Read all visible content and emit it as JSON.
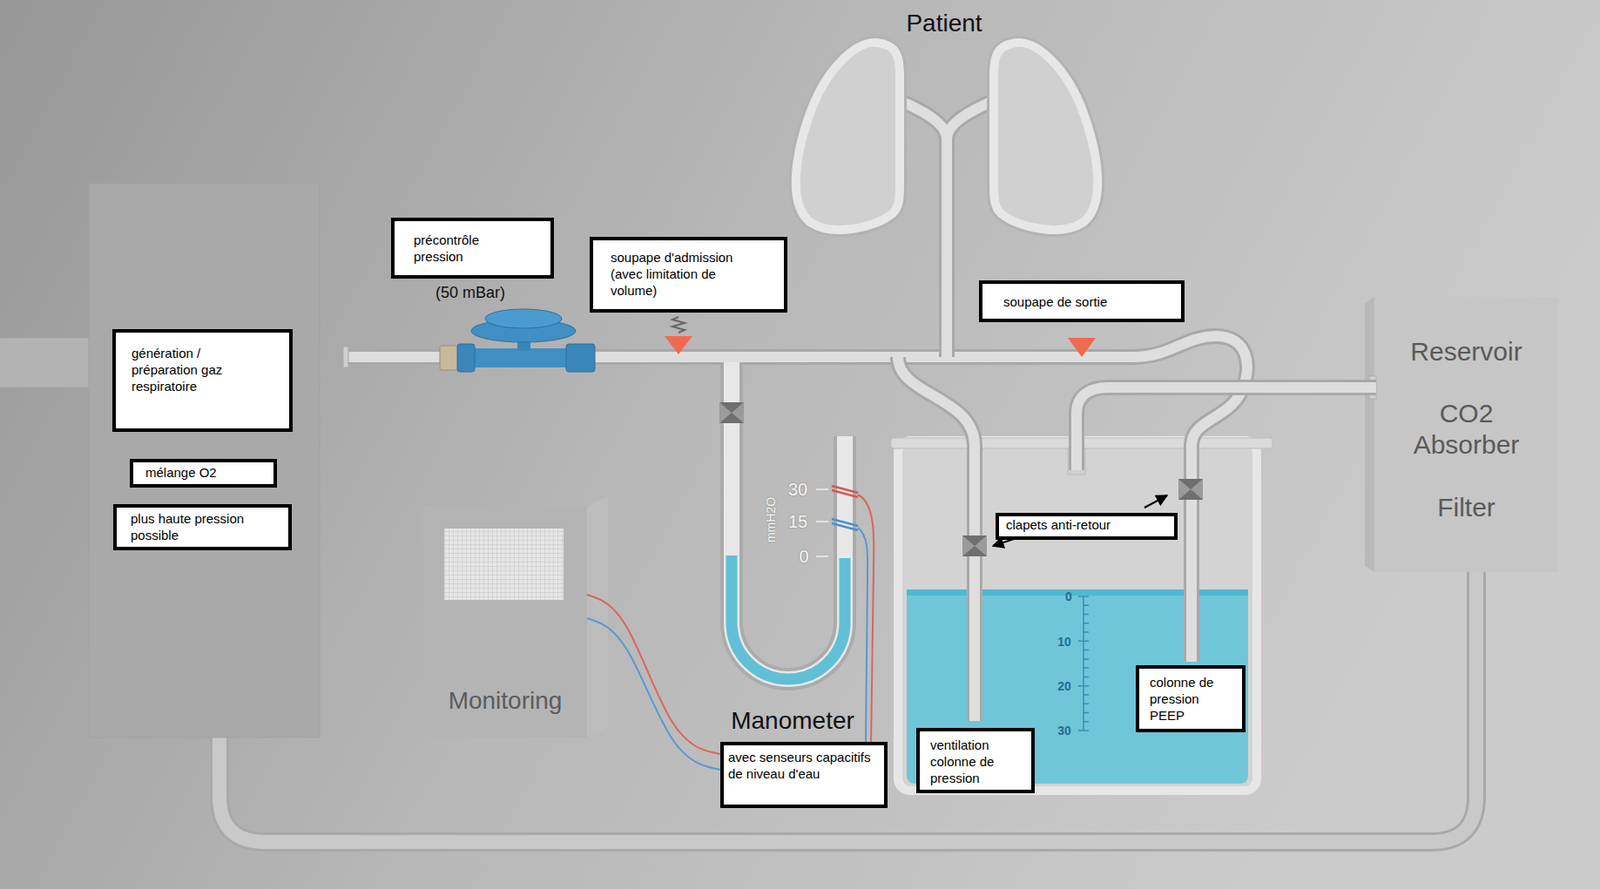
{
  "diagram": {
    "nodes": [
      {
        "text": [
          "précontrôle pression"
        ]
      },
      {
        "text": [
          "soupape d'admission (avec limitation de volume)"
        ]
      },
      {
        "text": [
          "soupape de sortie"
        ]
      },
      {
        "text": [
          "Reservoir",
          "CO2 Absorber",
          "Filter"
        ]
      },
      {
        "text": [
          "génération / préparation gaz respiratoire"
        ]
      },
      {
        "text": [
          "mélange O2"
        ]
      },
      {
        "text": [
          "plus haute pression possible"
        ]
      },
      {
        "text": [
          "Monitoring"
        ]
      },
      {
        "text": [
          "clapets anti-retour"
        ]
      },
      {
        "text": [
          "colonne de pression PEEP"
        ]
      },
      {
        "text": [
          "ventilation colonne de pression"
        ]
      },
      {
        "text": [
          "avec senseurs capacitifs de niveau d'eau"
        ]
      }
    ],
    "edges": [
      {
        "from": 7,
        "to": 11,
        "arrow": "none"
      },
      {
        "from": 7,
        "to": 11,
        "arrow": "none"
      }
    ],
    "labels": [
      "Patient",
      "(50 mBar)",
      "30",
      "15",
      "0",
      "mmH2O",
      "0",
      "10",
      "20",
      "30",
      "Manometer"
    ]
  }
}
